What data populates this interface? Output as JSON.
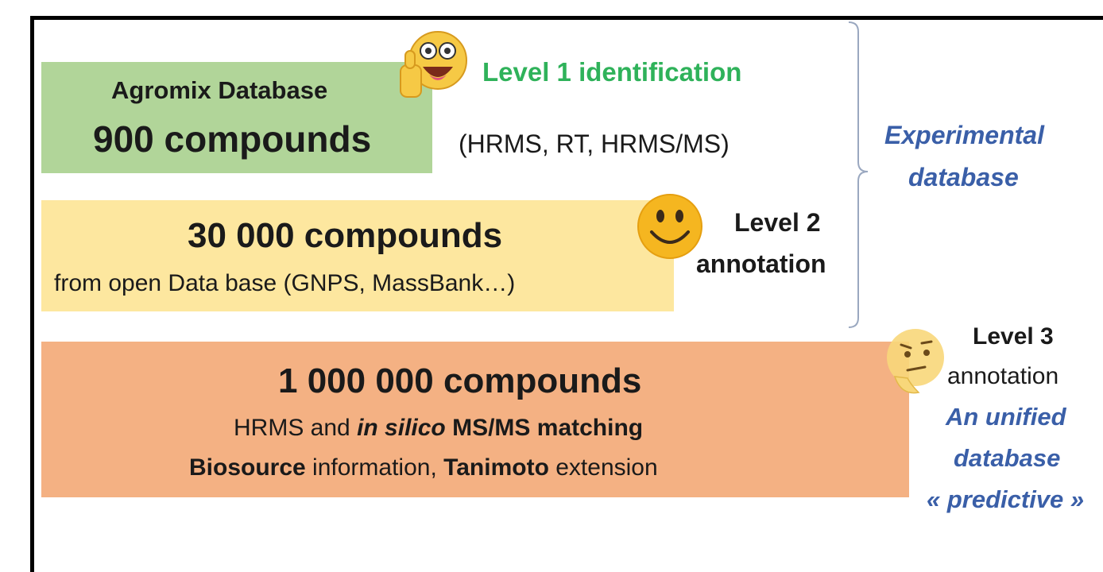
{
  "level1": {
    "database_name": "Agromix Database",
    "compound_count": "900 compounds",
    "title": "Level 1 identification",
    "criteria": "(HRMS, RT, HRMS/MS)",
    "emoji": "thumbs-up-grin-emoji"
  },
  "level2": {
    "compound_count": "30 000 compounds",
    "source": "from open Data base (GNPS, MassBank…)",
    "title_line1": "Level 2",
    "title_line2": "annotation",
    "emoji": "smiley-emoji"
  },
  "level3": {
    "compound_count": "1 000 000 compounds",
    "line1_pre": "HRMS and ",
    "line1_em": "in silico",
    "line1_post": " MS/MS matching",
    "line2_b1": "Biosource",
    "line2_mid": " information, ",
    "line2_b2": "Tanimoto",
    "line2_post": " extension",
    "title_line1": "Level 3",
    "title_line2": "annotation",
    "emoji": "thinking-emoji"
  },
  "bracket_label": {
    "line1": "Experimental",
    "line2": "database"
  },
  "unified_label": {
    "line1": "An unified",
    "line2": "database",
    "line3": "« predictive »"
  },
  "colors": {
    "green_box": "#a9d08e",
    "yellow_box": "#fde69a",
    "orange_box": "#f4b183",
    "level1_title": "#2fb25a",
    "italic_blue": "#3a5fa8"
  }
}
